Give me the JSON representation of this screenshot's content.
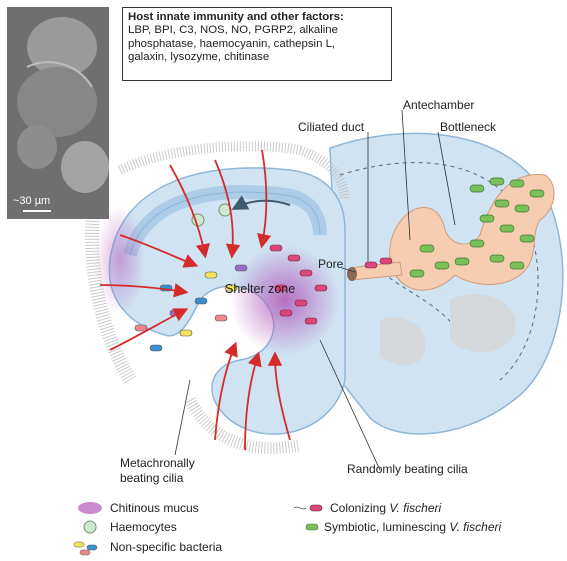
{
  "photo": {
    "scale_label": "~30 µm"
  },
  "factors_box": {
    "title": "Host innate immunity and other factors:",
    "line1": "LBP, BPI, C3, NOS, NO, PGRP2, alkaline",
    "line2": "phosphatase, haemocyanin, cathepsin L,",
    "line3": "galaxin, lysozyme, chitinase"
  },
  "labels": {
    "antechamber": "Antechamber",
    "ciliated_duct": "Ciliated duct",
    "bottleneck": "Bottleneck",
    "pore": "Pore",
    "shelter_zone": "Shelter zone",
    "metachronally": "Metachronally",
    "beating_cilia": "beating cilia",
    "randomly_beating": "Randomly beating cilia"
  },
  "legend": {
    "chitinous_mucus": "Chitinous mucus",
    "haemocytes": "Haemocytes",
    "non_specific": "Non-specific bacteria",
    "colonizing_prefix": "Colonizing ",
    "colonizing_species": "V. fischeri",
    "symbiotic_prefix": "Symbiotic, luminescing ",
    "symbiotic_species": "V. fischeri"
  },
  "colors": {
    "tissue_blue": "#cfe3f3",
    "tissue_border": "#8fb6d8",
    "crypt_orange": "#f6cdb0",
    "symbiont_green": "#7bbf5a",
    "colonizer_pink": "#d9487a",
    "mucus_purple": "#b25ab8",
    "arrow_red": "#d42b2b"
  }
}
